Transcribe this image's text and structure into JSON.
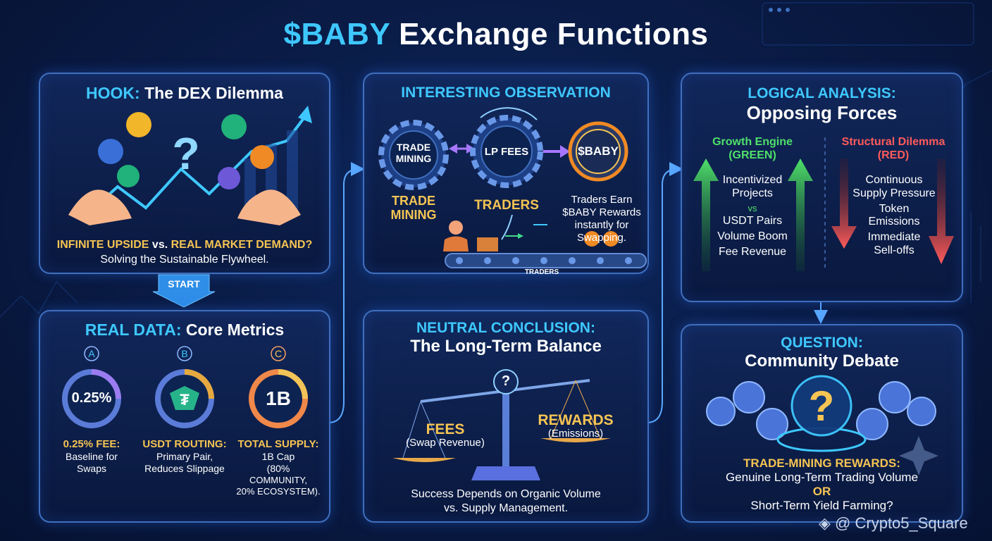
{
  "title": {
    "accent": "$BABY",
    "rest": "Exchange Functions"
  },
  "hook": {
    "prefix": "HOOK:",
    "title": "The DEX Dilemma",
    "line1_a": "INFINITE UPSIDE",
    "line1_vs": "vs.",
    "line1_b": "REAL MARKET DEMAND?",
    "line2": "Solving the Sustainable Flywheel."
  },
  "start_label": "START",
  "metrics": {
    "prefix": "REAL DATA:",
    "title": "Core Metrics",
    "items": [
      {
        "letter": "A",
        "value": "0.25%",
        "label": "0.25% FEE:",
        "desc1": "Baseline for",
        "desc2": "Swaps",
        "desc3": "",
        "desc4": ""
      },
      {
        "letter": "B",
        "value": "",
        "label": "USDT ROUTING:",
        "desc1": "Primary Pair,",
        "desc2": "Reduces Slippage",
        "desc3": "",
        "desc4": ""
      },
      {
        "letter": "C",
        "value": "1B",
        "label": "TOTAL SUPPLY:",
        "desc1": "1B Cap",
        "desc2": "(80%",
        "desc3": "COMMUNITY,",
        "desc4": "20% ECOSYSTEM)."
      }
    ]
  },
  "observation": {
    "title": "INTERESTING OBSERVATION",
    "gear1_line1": "TRADE",
    "gear1_line2": "MINING",
    "gear2": "LP FEES",
    "coin": "$BABY",
    "trade_mining_1": "TRADE",
    "trade_mining_2": "MINING",
    "traders": "TRADERS",
    "earn1": "Traders Earn",
    "earn2": "$BABY Rewards",
    "earn3": "instantly for",
    "earn4": "Swapping.",
    "belt_label": "TRADERS"
  },
  "conclusion": {
    "prefix": "NEUTRAL CONCLUSION:",
    "title": "The Long-Term Balance",
    "fees": "FEES",
    "fees_sub": "(Swap Revenue)",
    "rewards": "REWARDS",
    "rewards_sub": "(Emissions)",
    "q": "?",
    "line1": "Success Depends on Organic Volume",
    "line2": "vs. Supply Management."
  },
  "analysis": {
    "prefix": "LOGICAL ANALYSIS:",
    "title": "Opposing Forces",
    "green_h1": "Growth Engine",
    "green_h2": "(GREEN)",
    "red_h1": "Structural Dilemma",
    "red_h2": "(RED)",
    "green_items": [
      "Incentivized",
      "Projects",
      "vs",
      "USDT Pairs",
      "Volume Boom",
      "Fee Revenue"
    ],
    "red_items": [
      "Continuous",
      "Supply Pressure",
      "Token",
      "Emissions",
      "Immediate",
      "Sell-offs"
    ]
  },
  "question": {
    "prefix": "QUESTION:",
    "title": "Community Debate",
    "q": "?",
    "label": "TRADE-MINING REWARDS:",
    "line1": "Genuine Long-Term Trading Volume",
    "or": "OR",
    "line2": "Short-Term Yield Farming?"
  },
  "watermark": "@ Crypto5_Square",
  "colors": {
    "accent": "#3ec8ff",
    "gold": "#f5c453",
    "green": "#4fe06a",
    "red": "#ff5b5b",
    "panel_border": "#3f6fbf"
  }
}
